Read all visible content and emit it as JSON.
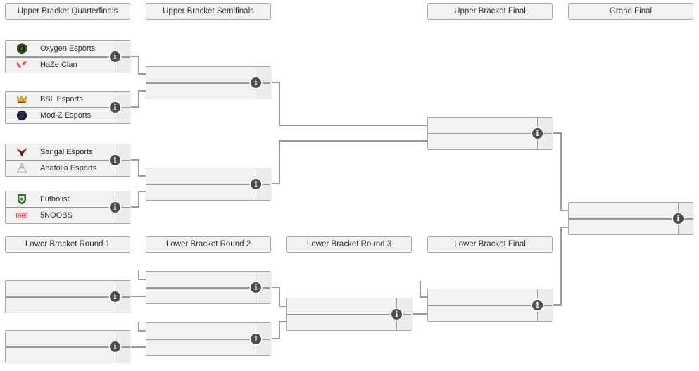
{
  "bracket": {
    "headers": {
      "upper": [
        "Upper Bracket Quarterfinals",
        "Upper Bracket Semifinals",
        "Upper Bracket Final",
        "Grand Final"
      ],
      "lower": [
        "Lower Bracket Round 1",
        "Lower Bracket Round 2",
        "Lower Bracket Round 3",
        "Lower Bracket Final"
      ]
    },
    "matches": {
      "ub_qf1": {
        "top_team": {
          "name": "Oxygen Esports",
          "logo": "oxygen-esports-logo"
        },
        "bottom_team": {
          "name": "HaZe Clan",
          "logo": "haze-clan-logo"
        }
      },
      "ub_qf2": {
        "top_team": {
          "name": "BBL Esports",
          "logo": "bbl-esports-logo"
        },
        "bottom_team": {
          "name": "Mod-Z Esports",
          "logo": "mod-z-esports-logo"
        }
      },
      "ub_qf3": {
        "top_team": {
          "name": "Sangal Esports",
          "logo": "sangal-esports-logo"
        },
        "bottom_team": {
          "name": "Anatolia Esports",
          "logo": "anatolia-esports-logo"
        }
      },
      "ub_qf4": {
        "top_team": {
          "name": "Futbolist",
          "logo": "futbolist-logo"
        },
        "bottom_team": {
          "name": "5NOOBS",
          "logo": "5noobs-logo"
        }
      },
      "ub_sf1": {
        "top_team": {
          "name": ""
        },
        "bottom_team": {
          "name": ""
        }
      },
      "ub_sf2": {
        "top_team": {
          "name": ""
        },
        "bottom_team": {
          "name": ""
        }
      },
      "ub_final": {
        "top_team": {
          "name": ""
        },
        "bottom_team": {
          "name": ""
        }
      },
      "grand_final": {
        "top_team": {
          "name": ""
        },
        "bottom_team": {
          "name": ""
        }
      },
      "lb_r1m1": {
        "top_team": {
          "name": ""
        },
        "bottom_team": {
          "name": ""
        }
      },
      "lb_r1m2": {
        "top_team": {
          "name": ""
        },
        "bottom_team": {
          "name": ""
        }
      },
      "lb_r2m1": {
        "top_team": {
          "name": ""
        },
        "bottom_team": {
          "name": ""
        }
      },
      "lb_r2m2": {
        "top_team": {
          "name": ""
        },
        "bottom_team": {
          "name": ""
        }
      },
      "lb_r3": {
        "top_team": {
          "name": ""
        },
        "bottom_team": {
          "name": ""
        }
      },
      "lb_final": {
        "top_team": {
          "name": ""
        },
        "bottom_team": {
          "name": ""
        }
      }
    },
    "info_icon": {
      "glyph": "i"
    },
    "colors": {
      "background": "#ffffff",
      "box_fill": "#f2f2f2",
      "box_border": "#a6a6a6",
      "connector_line": "#999999",
      "info_icon_bg": "#4d4d4d",
      "info_icon_fg": "#ffffff",
      "text": "#2f2f2f",
      "haze_logo_red": "#fa4454",
      "bbl_logo_gold": "#e3a829",
      "sangal_logo_darkred": "#7d1216",
      "futbolist_logo_green": "#2f7d33",
      "oxygen_logo_green": "#41591f",
      "noobs_logo_red": "#c6394a"
    }
  }
}
